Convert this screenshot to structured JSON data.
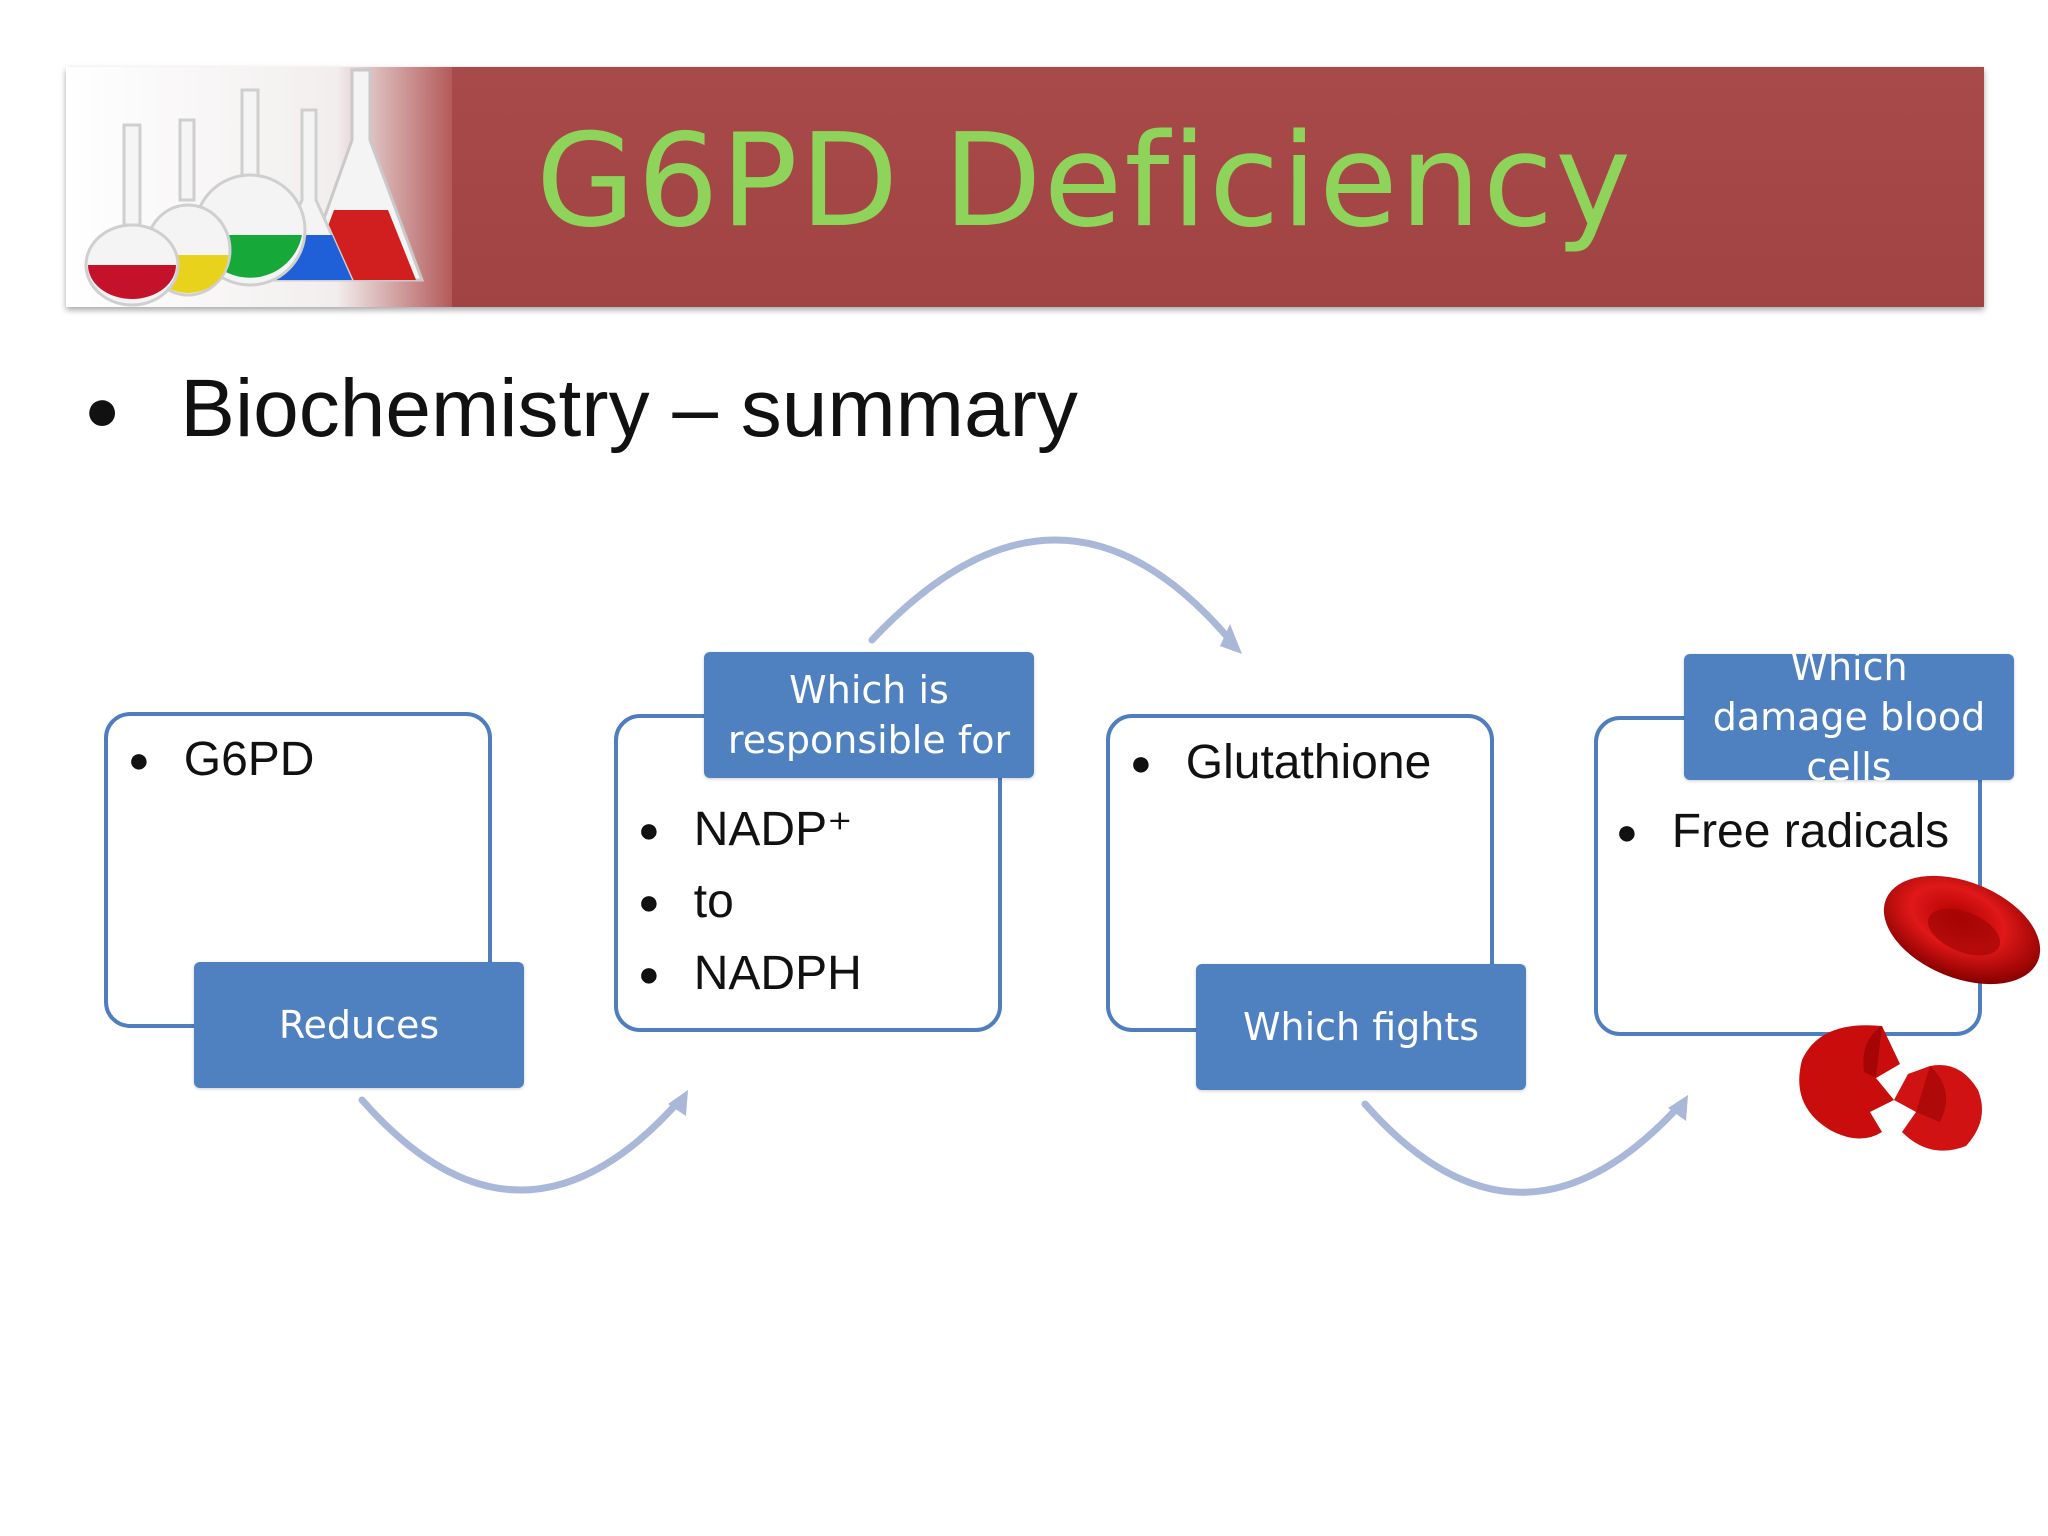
{
  "title": "G6PD Deficiency",
  "subtitle": "Biochemistry – summary",
  "steps": [
    {
      "items": [
        "G6PD"
      ],
      "label": "Reduces"
    },
    {
      "items": [
        "NADP⁺",
        "to",
        "NADPH"
      ],
      "label": "Which is responsible for"
    },
    {
      "items": [
        "Glutathione"
      ],
      "label": "Which fights"
    },
    {
      "items": [
        "Free radicals"
      ],
      "label": "Which damage blood cells"
    }
  ],
  "colors": {
    "banner": "#a94a4a",
    "title": "#8ed35a",
    "box_border": "#4f7ebf",
    "tag": "#4f81c1",
    "arrow": "#a9b8d8",
    "blood_cell": "#cc0a0a"
  },
  "icons": [
    "lab-flasks-image",
    "red-blood-cell-image",
    "broken-blood-cell-image"
  ]
}
